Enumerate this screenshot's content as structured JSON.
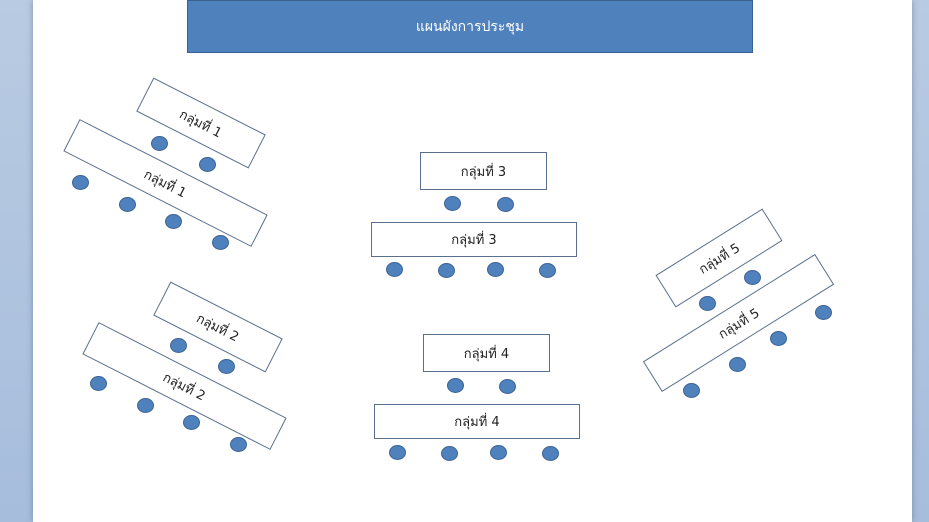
{
  "title": "แผนผังการประชุม",
  "colors": {
    "title_fill": "#4f81bd",
    "seat_fill": "#4f81bd",
    "table_border": "#5a6f8e"
  },
  "groups": [
    {
      "label": "กลุ่มที่ 1"
    },
    {
      "label": "กลุ่มที่ 2"
    },
    {
      "label": "กลุ่มที่ 3"
    },
    {
      "label": "กลุ่มที่ 4"
    },
    {
      "label": "กลุ่มที่ 5"
    }
  ]
}
